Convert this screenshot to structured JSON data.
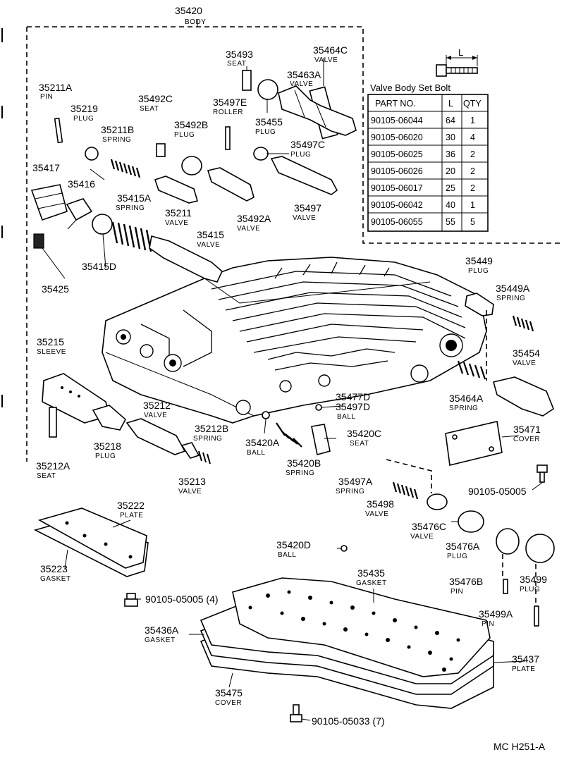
{
  "title": {
    "number": "35420",
    "name": "BODY"
  },
  "footer_code": "MC  H251-A",
  "table": {
    "title": "Valve Body Set Bolt",
    "bolt_dim_label": "L",
    "headers": [
      "PART   NO.",
      "L",
      "QTY"
    ],
    "rows": [
      [
        "90105-06044",
        "64",
        "1"
      ],
      [
        "90105-06020",
        "30",
        "4"
      ],
      [
        "90105-06025",
        "36",
        "2"
      ],
      [
        "90105-06026",
        "20",
        "2"
      ],
      [
        "90105-06017",
        "25",
        "2"
      ],
      [
        "90105-06042",
        "40",
        "1"
      ],
      [
        "90105-06055",
        "55",
        "5"
      ]
    ]
  },
  "callouts": {
    "p35493": {
      "num": "35493",
      "name": "SEAT"
    },
    "p35464C": {
      "num": "35464C",
      "name": "VALVE"
    },
    "p35463A": {
      "num": "35463A",
      "name": "VALVE"
    },
    "p35211A": {
      "num": "35211A",
      "name": "PIN"
    },
    "p35492C": {
      "num": "35492C",
      "name": "SEAT"
    },
    "p35497E": {
      "num": "35497E",
      "name": "ROLLER"
    },
    "p35455": {
      "num": "35455",
      "name": "PLUG"
    },
    "p35219": {
      "num": "35219",
      "name": "PLUG"
    },
    "p35211B": {
      "num": "35211B",
      "name": "SPRING"
    },
    "p35492B": {
      "num": "35492B",
      "name": "PLUG"
    },
    "p35497C": {
      "num": "35497C",
      "name": "PLUG"
    },
    "p35417": {
      "num": "35417",
      "name": ""
    },
    "p35416": {
      "num": "35416",
      "name": ""
    },
    "p35415A": {
      "num": "35415A",
      "name": "SPRING"
    },
    "p35211": {
      "num": "35211",
      "name": "VALVE"
    },
    "p35492A": {
      "num": "35492A",
      "name": "VALVE"
    },
    "p35497": {
      "num": "35497",
      "name": "VALVE"
    },
    "p35415": {
      "num": "35415",
      "name": "VALVE"
    },
    "p35415D": {
      "num": "35415D",
      "name": ""
    },
    "p35425": {
      "num": "35425",
      "name": ""
    },
    "p35449": {
      "num": "35449",
      "name": "PLUG"
    },
    "p35449A": {
      "num": "35449A",
      "name": "SPRING"
    },
    "p35215": {
      "num": "35215",
      "name": "SLEEVE"
    },
    "p35454": {
      "num": "35454",
      "name": "VALVE"
    },
    "p35477D": {
      "num": "35477D",
      "name": ""
    },
    "p35497D": {
      "num": "35497D",
      "name": "BALL"
    },
    "p35464A": {
      "num": "35464A",
      "name": "SPRING"
    },
    "p35212": {
      "num": "35212",
      "name": "VALVE"
    },
    "p35212B": {
      "num": "35212B",
      "name": "SPRING"
    },
    "p35420A": {
      "num": "35420A",
      "name": "BALL"
    },
    "p35420C": {
      "num": "35420C",
      "name": "SEAT"
    },
    "p35471": {
      "num": "35471",
      "name": "COVER"
    },
    "p35218": {
      "num": "35218",
      "name": "PLUG"
    },
    "p35420B": {
      "num": "35420B",
      "name": "SPRING"
    },
    "p35212A": {
      "num": "35212A",
      "name": "SEAT"
    },
    "p35213": {
      "num": "35213",
      "name": "VALVE"
    },
    "p35497A": {
      "num": "35497A",
      "name": "SPRING"
    },
    "p35498": {
      "num": "35498",
      "name": "VALVE"
    },
    "bolt_05005_a": {
      "num": "90105-05005",
      "name": ""
    },
    "p35222": {
      "num": "35222",
      "name": "PLATE"
    },
    "p35476C": {
      "num": "35476C",
      "name": "VALVE"
    },
    "p35420D": {
      "num": "35420D",
      "name": "BALL"
    },
    "p35476A": {
      "num": "35476A",
      "name": "PLUG"
    },
    "p35223": {
      "num": "35223",
      "name": "GASKET"
    },
    "p35435": {
      "num": "35435",
      "name": "GASKET"
    },
    "p35499": {
      "num": "35499",
      "name": "PLUG"
    },
    "p35476B": {
      "num": "35476B",
      "name": "PIN"
    },
    "bolt_05005_b": {
      "num": "90105-05005 (4)",
      "name": ""
    },
    "p35499A": {
      "num": "35499A",
      "name": "PIN"
    },
    "p35436A": {
      "num": "35436A",
      "name": "GASKET"
    },
    "p35437": {
      "num": "35437",
      "name": "PLATE"
    },
    "p35475": {
      "num": "35475",
      "name": "COVER"
    },
    "bolt_05033": {
      "num": "90105-05033 (7)",
      "name": ""
    }
  }
}
